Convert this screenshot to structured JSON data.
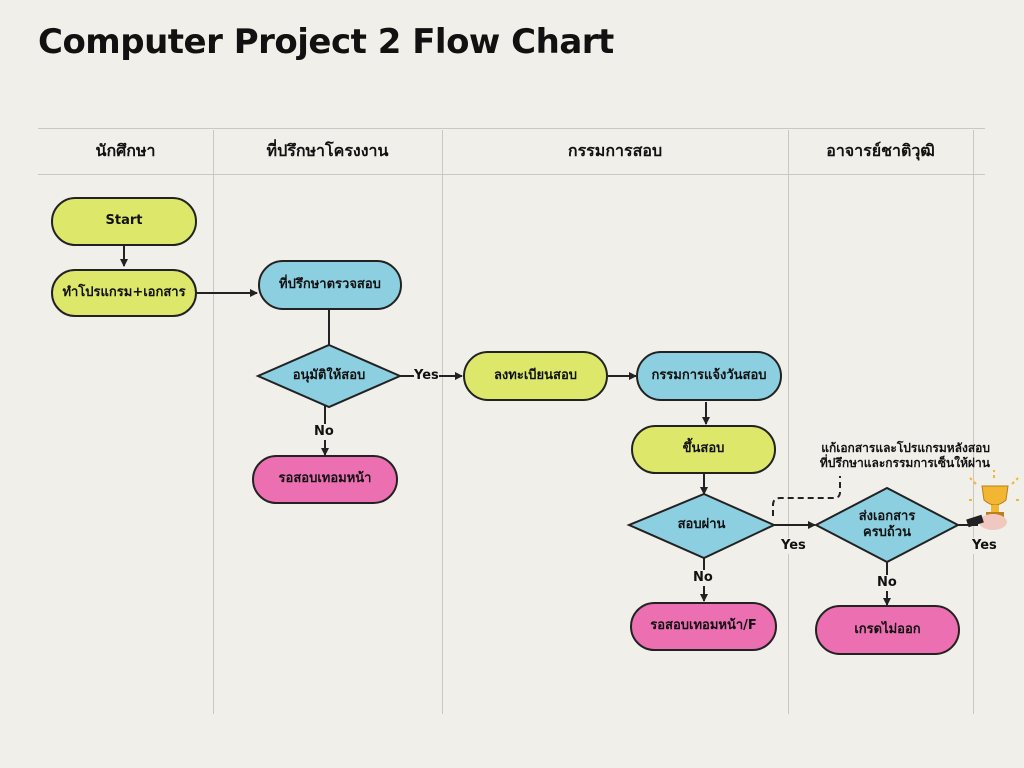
{
  "title": "Computer Project 2 Flow Chart",
  "lanes": [
    "นักศึกษา",
    "ที่ปรึกษาโครงงาน",
    "กรรมการสอบ",
    "อาจารย์ชาติวุฒิ"
  ],
  "nodes": {
    "start": "Start",
    "program_docs": "ทำโปรแกรม+เอกสาร",
    "advisor_review": "ที่ปรึกษาตรวจสอบ",
    "approve_exam": "อนุมัติให้สอบ",
    "wait_next_term": "รอสอบเทอมหน้า",
    "register_exam": "ลงทะเบียนสอบ",
    "committee_notify_date": "กรรมการแจ้งวันสอบ",
    "take_exam": "ขึ้นสอบ",
    "pass_exam": "สอบผ่าน",
    "wait_next_term_f": "รอสอบเทอมหน้า/F",
    "submit_docs_line1": "ส่งเอกสาร",
    "submit_docs_line2": "ครบถ้วน",
    "no_grade": "เกรดไม่ออก"
  },
  "edge_labels": {
    "yes": "Yes",
    "no": "No"
  },
  "note": {
    "line1": "แก้เอกสารและโปรแกรมหลังสอบ",
    "line2": "ที่ปรึกษาและกรรมการเซ็นให้ผ่าน"
  },
  "colors": {
    "background": "#f0efea",
    "green": "#dde86a",
    "blue": "#8ccfe0",
    "pink": "#ec6fb1",
    "line": "#222222"
  }
}
